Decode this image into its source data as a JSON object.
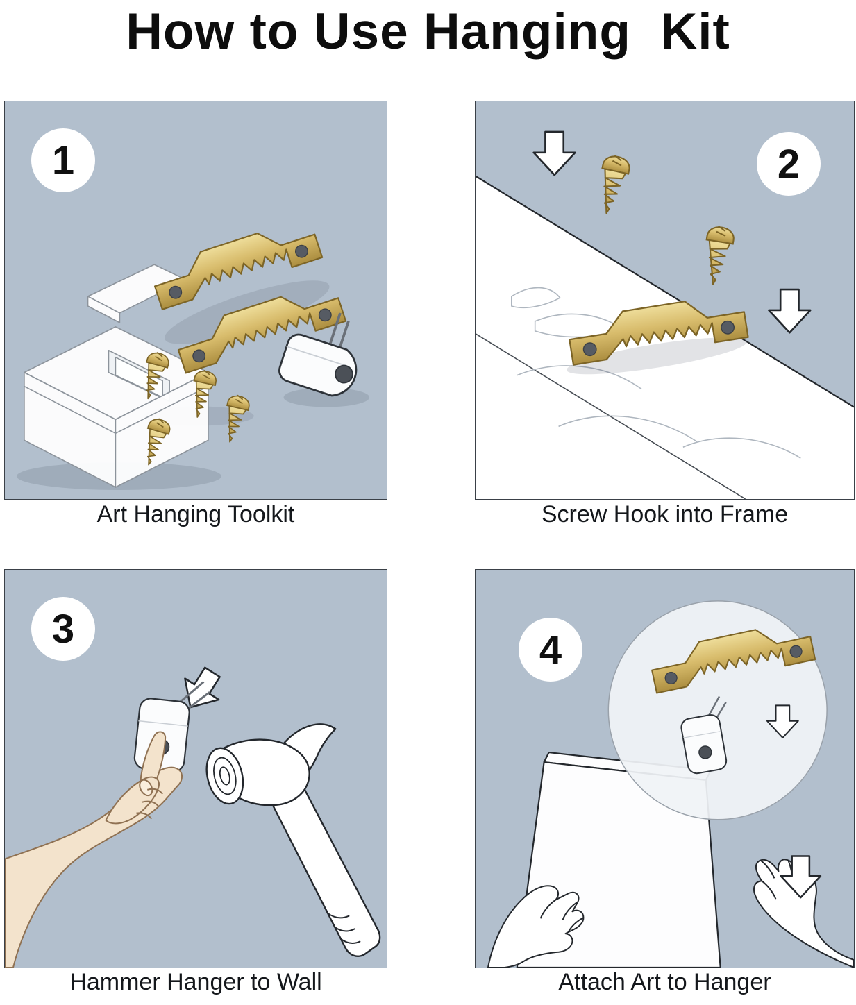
{
  "title": "How to Use Hanging  Kit",
  "panels": [
    {
      "number": "1",
      "caption": "Art Hanging Toolkit"
    },
    {
      "number": "2",
      "caption": "Screw Hook into Frame"
    },
    {
      "number": "3",
      "caption": "Hammer Hanger to Wall"
    },
    {
      "number": "4",
      "caption": "Attach Art to Hanger"
    }
  ],
  "colors": {
    "panel_background": "#b2bfcd",
    "brass": "#d8bc6c",
    "outline": "#23272c",
    "skin": "#f3e3cc",
    "text": "#0d0d0d"
  },
  "icons": {
    "sawtooth_hanger": "sawtooth-hanger-icon",
    "screw": "screw-icon",
    "wall_hook": "wall-hook-icon",
    "down_arrow": "down-arrow-icon"
  }
}
